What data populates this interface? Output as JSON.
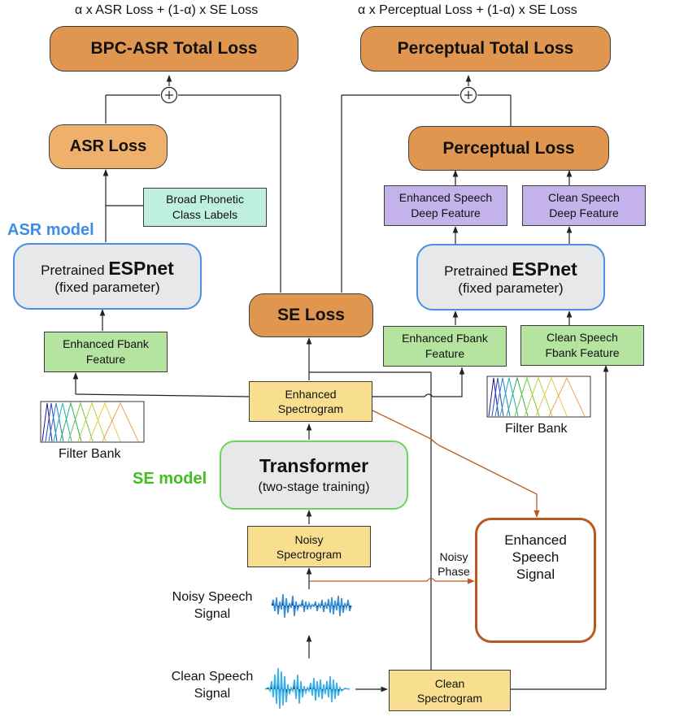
{
  "formulas": {
    "asr": "α x ASR Loss + (1-α) x SE Loss",
    "perceptual": "α x Perceptual Loss + (1-α) x SE Loss"
  },
  "boxes": {
    "bpc_asr_total": "BPC-ASR Total Loss",
    "perceptual_total": "Perceptual Total Loss",
    "asr_loss": "ASR Loss",
    "perceptual_loss": "Perceptual Loss",
    "broad_phonetic": "Broad Phonetic Class Labels",
    "enh_deep_feature": "Enhanced Speech Deep Feature",
    "clean_deep_feature": "Clean Speech Deep Feature",
    "se_loss": "SE Loss",
    "enh_fbank_left": "Enhanced Fbank Feature",
    "enh_fbank_right": "Enhanced Fbank Feature",
    "clean_fbank": "Clean Speech Fbank Feature",
    "enh_spectrogram": "Enhanced Spectrogram",
    "noisy_spectrogram": "Noisy Spectrogram",
    "clean_spectrogram": "Clean Spectrogram"
  },
  "espnet": {
    "prefix": "Pretrained",
    "name": "ESPnet",
    "note": "(fixed parameter)"
  },
  "transformer": {
    "name": "Transformer",
    "note": "(two-stage training)"
  },
  "enhanced_signal": "Enhanced Speech Signal",
  "model_labels": {
    "asr": "ASR model",
    "se": "SE model"
  },
  "labels": {
    "filter_bank_left": "Filter Bank",
    "filter_bank_right": "Filter Bank",
    "noisy_speech": "Noisy Speech Signal",
    "clean_speech": "Clean Speech Signal",
    "noisy_phase": "Noisy Phase"
  },
  "colors": {
    "asr_model": "#3a8ee6",
    "se_model": "#3fc01f",
    "enhanced_signal_border": "#b85a1f",
    "orange_box": "#e0964e",
    "waveform": "#3aa0e0"
  }
}
